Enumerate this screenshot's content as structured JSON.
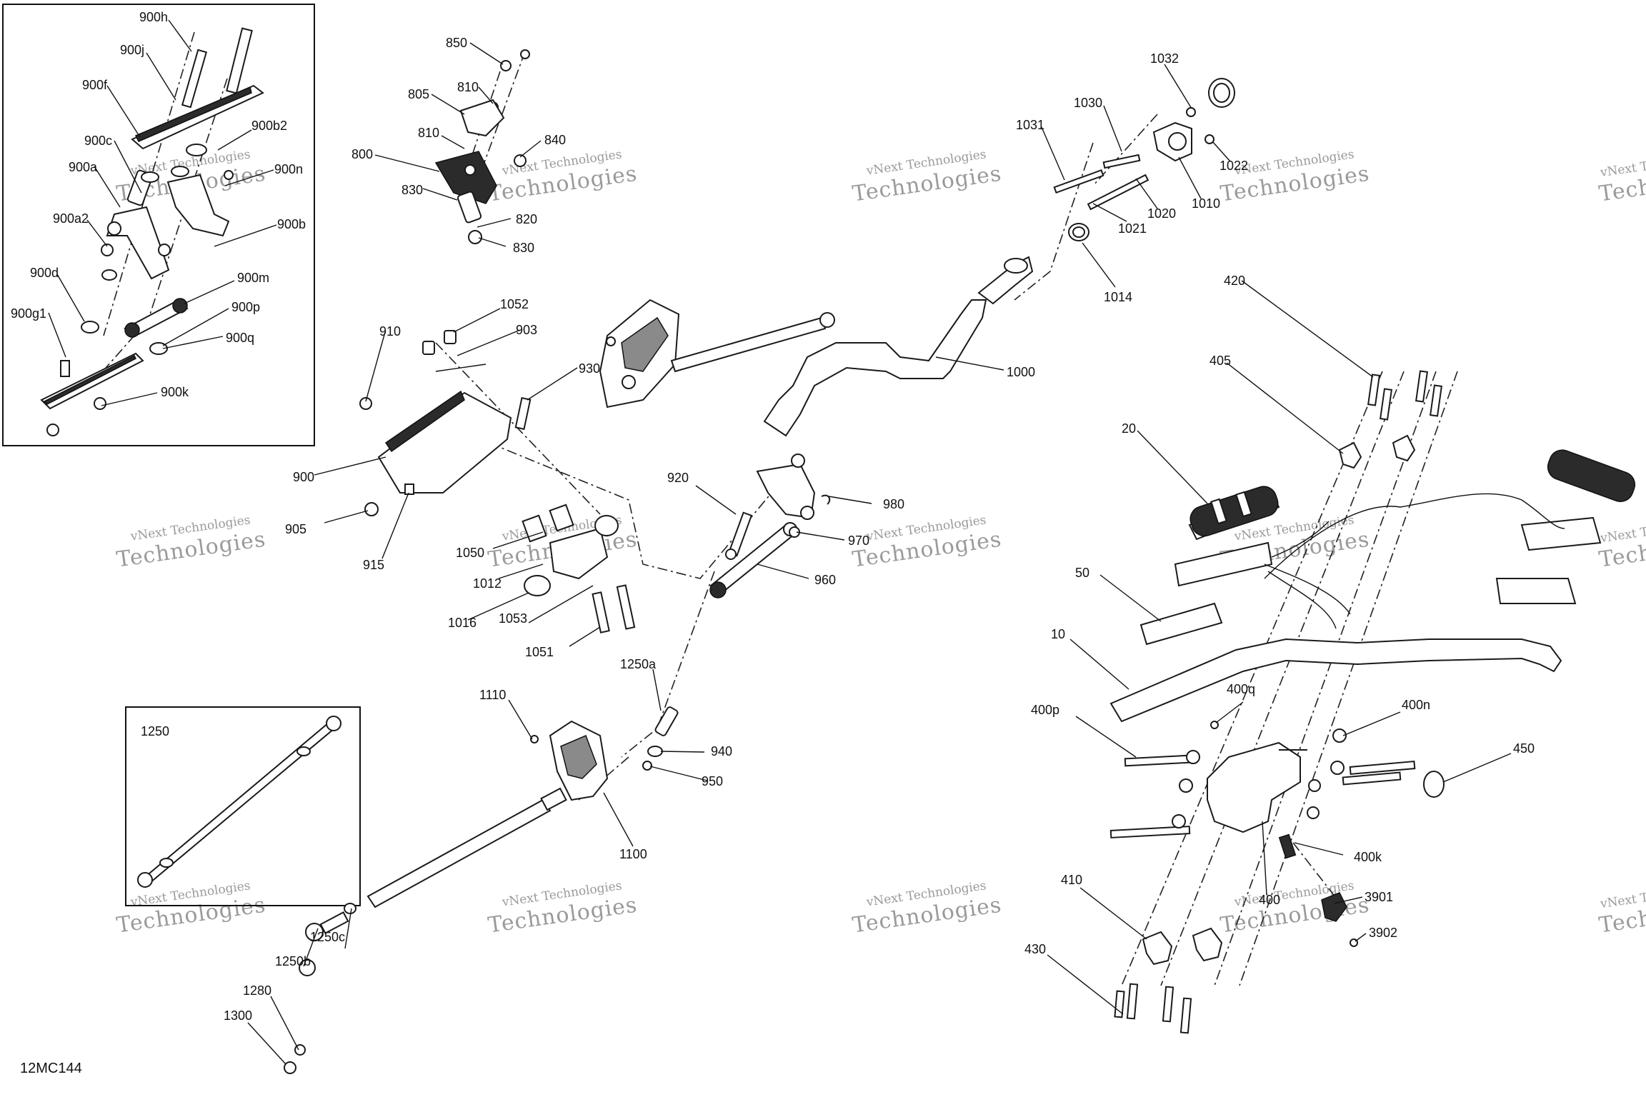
{
  "diagram_code": "12MC144",
  "watermark": {
    "line1": "vNext Technologies",
    "line2": "Technologies"
  },
  "inset_900": {
    "label": ""
  },
  "inset_1250": {
    "label": "1250"
  },
  "callouts": {
    "c900h": "900h",
    "c900j": "900j",
    "c900f": "900f",
    "c900c": "900c",
    "c900b2": "900b2",
    "c900a": "900a",
    "c900n": "900n",
    "c900a2": "900a2",
    "c900b": "900b",
    "c900d": "900d",
    "c900m": "900m",
    "c900g1": "900g1",
    "c900p": "900p",
    "c900q": "900q",
    "c900k": "900k",
    "c850": "850",
    "c810a": "810",
    "c805": "805",
    "c810b": "810",
    "c840": "840",
    "c800": "800",
    "c830a": "830",
    "c820": "820",
    "c830b": "830",
    "c910": "910",
    "c1052": "1052",
    "c903": "903",
    "c930": "930",
    "c900": "900",
    "c905": "905",
    "c915": "915",
    "c1050": "1050",
    "c1012": "1012",
    "c1016": "1016",
    "c1053": "1053",
    "c1051": "1051",
    "c920": "920",
    "c980": "980",
    "c970": "970",
    "c960": "960",
    "c1000": "1000",
    "c1032": "1032",
    "c1030": "1030",
    "c1031": "1031",
    "c1022": "1022",
    "c1010": "1010",
    "c1020": "1020",
    "c1021": "1021",
    "c1014": "1014",
    "c420": "420",
    "c405": "405",
    "c20": "20",
    "c50": "50",
    "c10": "10",
    "c1250a": "1250a",
    "c1110": "1110",
    "c940": "940",
    "c950": "950",
    "c1100": "1100",
    "c1250c": "1250c",
    "c1250b": "1250b",
    "c1280": "1280",
    "c1300": "1300",
    "c400q": "400q",
    "c400p": "400p",
    "c400n": "400n",
    "c450": "450",
    "c400k": "400k",
    "c410": "410",
    "c400": "400",
    "c3901": "3901",
    "c430": "430",
    "c3902": "3902"
  }
}
